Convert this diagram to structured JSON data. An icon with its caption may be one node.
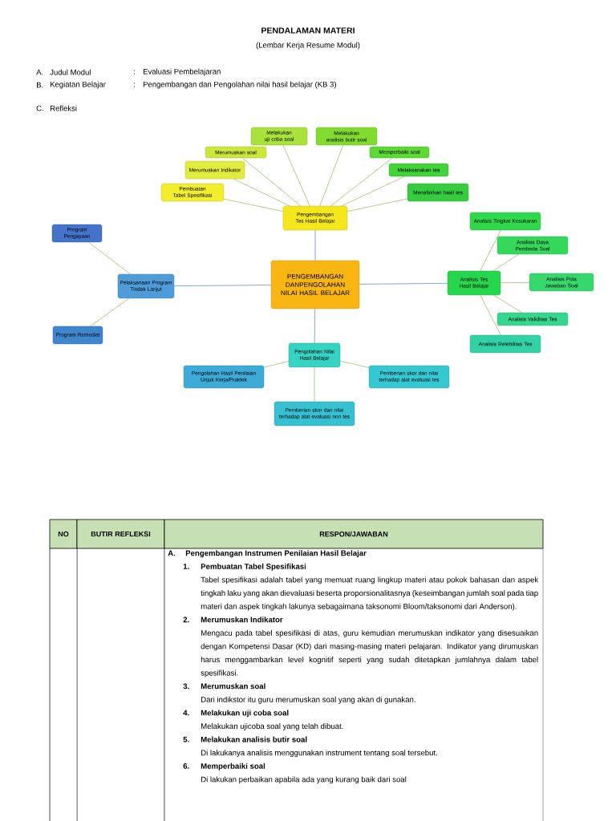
{
  "diagram": {
    "title": "PENDALAMAN MATERI",
    "nodes": [
      {
        "text": [
          "PENGEMBANGAN DANPENGOLAHAN NILAI HASIL BELAJAR"
        ]
      },
      {
        "text": [
          "Pengembangan Tes Hasil Belajar"
        ]
      },
      {
        "text": [
          "Pembuatan Tabel Spesifikasi"
        ]
      },
      {
        "text": [
          "Merumuskan Indikator"
        ]
      },
      {
        "text": [
          "Merumuskan soal"
        ]
      },
      {
        "text": [
          "Melakukan uji coba soal"
        ]
      },
      {
        "text": [
          "Melakukan analisis butir soal"
        ]
      },
      {
        "text": [
          "Memperbaiki soal"
        ]
      },
      {
        "text": [
          "Melaksanakan tes"
        ]
      },
      {
        "text": [
          "Menafsirkan hasil tes"
        ]
      },
      {
        "text": [
          "Pelaksanaan Program Tindak Lanjut"
        ]
      },
      {
        "text": [
          "Program Pengayaan"
        ]
      },
      {
        "text": [
          "Program Remedial"
        ]
      },
      {
        "text": [
          "Analisis Tes Hasil Belajar"
        ]
      },
      {
        "text": [
          "Analisis Tingkat Kesukaran"
        ]
      },
      {
        "text": [
          "Analisis Daya Pembeda Soal"
        ]
      },
      {
        "text": [
          "Analisis Pola Jawaban Soal"
        ]
      },
      {
        "text": [
          "Analisis Validitas Tes"
        ]
      },
      {
        "text": [
          "Analisis Relebilitas Tes"
        ]
      },
      {
        "text": [
          "Pengolahan Nilai Hasil Belajar"
        ]
      },
      {
        "text": [
          "Pengolahan Hasil Penilaian Unjuk Kerja/Praktek"
        ]
      },
      {
        "text": [
          "Pemberian skor dan nilai terhadap alat evaluasi tes"
        ]
      },
      {
        "text": [
          "Pemberian skor dan nilai terhadap alat evaluasi non tes"
        ]
      }
    ],
    "edges": [
      {
        "from": 0,
        "to": 1,
        "arrow": "none",
        "color": "#4f7fd0"
      },
      {
        "from": 0,
        "to": 10,
        "arrow": "none",
        "color": "#4f7fd0"
      },
      {
        "from": 0,
        "to": 13,
        "arrow": "none",
        "color": "#4f7fd0"
      },
      {
        "from": 0,
        "to": 19,
        "arrow": "none",
        "color": "#4f7fd0"
      },
      {
        "from": 1,
        "to": 2,
        "arrow": "none"
      },
      {
        "from": 1,
        "to": 3,
        "arrow": "none"
      },
      {
        "from": 1,
        "to": 4,
        "arrow": "none"
      },
      {
        "from": 1,
        "to": 5,
        "arrow": "none"
      },
      {
        "from": 1,
        "to": 6,
        "arrow": "none"
      },
      {
        "from": 1,
        "to": 7,
        "arrow": "none"
      },
      {
        "from": 1,
        "to": 8,
        "arrow": "none"
      },
      {
        "from": 1,
        "to": 9,
        "arrow": "none"
      },
      {
        "from": 10,
        "to": 11,
        "arrow": "none"
      },
      {
        "from": 10,
        "to": 12,
        "arrow": "none"
      },
      {
        "from": 13,
        "to": 14,
        "arrow": "none"
      },
      {
        "from": 13,
        "to": 15,
        "arrow": "none"
      },
      {
        "from": 13,
        "to": 16,
        "arrow": "none"
      },
      {
        "from": 13,
        "to": 17,
        "arrow": "none"
      },
      {
        "from": 13,
        "to": 18,
        "arrow": "none"
      },
      {
        "from": 19,
        "to": 20,
        "arrow": "none"
      },
      {
        "from": 19,
        "to": 21,
        "arrow": "none"
      },
      {
        "from": 19,
        "to": 22,
        "arrow": "none"
      }
    ],
    "labels": [
      "(Lembar Kerja Resume Modul)",
      "A.",
      "Judul Modul",
      ":",
      "Evaluasi Pembelajaran",
      "B.",
      "Kegiatan Belajar",
      ":",
      "Pengembangan dan Pengolahan nilai hasil belajar (KB 3)",
      "C.",
      "Refleksi",
      "NO",
      "BUTIR REFLEKSI",
      "RESPON/JAWABAN",
      "A.",
      "Pengembangan Instrumen Penilaian Hasil Belajar",
      "1.",
      "Pembuatan Tabel Spesifikasi",
      "Tabel spesifikasi adalah tabel yang memuat ruang lingkup materi atau pokok bahasan dan aspek tingkah laku yang akan dievaluasi beserta proporsionalitasnya (keseimbangan jumlah soal pada tiap materi dan aspek tingkah lakunya sebagaimana taksonomi Bloom/taksonomi dari Anderson).",
      "2.",
      "Merumuskan Indikator",
      "Mengacu pada tabel spesifikasi di atas, guru kemudian merumuskan indikator yang disesuaikan dengan Kompetensi Dasar (KD) dari masing-masing materi pelajaran. Indikator yang dirumuskan harus menggambarkan level kognitif seperti yang sudah ditetapkan jumlahnya dalam tabel spesifikasi.",
      "3.",
      "Merumuskan soal",
      "Dari indikstor itu guru merumuskan soal yang akan di gunakan.",
      "4.",
      "Melakukan uji coba soal",
      "Melakukan ujicoba soal yang telah dibuat.",
      "5.",
      "Melakukan analisis butir soal",
      "Di lakukanya analisis menggunakan instrument tentang soal tersebut.",
      "6.",
      "Memperbaiki soal",
      "Di lakukan perbaikan apabila ada yang kurang baik dari soal"
    ]
  }
}
